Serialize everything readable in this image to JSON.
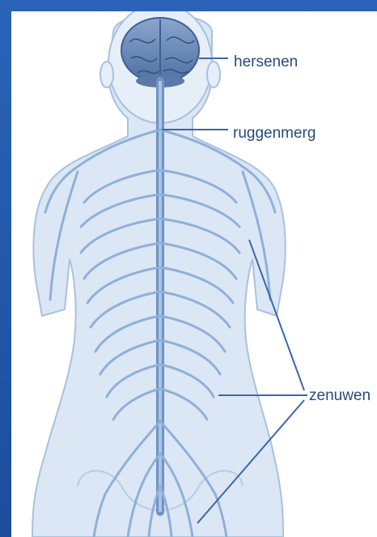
{
  "labels": {
    "brain": "hersenen",
    "spinal_cord": "ruggenmerg",
    "nerves": "zenuwen"
  },
  "colors": {
    "frame": "#1f4f9e",
    "body_fill": "#dbe7f5",
    "body_outline": "#a9c1df",
    "nerve": "#8fb0d8",
    "brain": "#6f8fbf",
    "pointer_line": "#3d67a8",
    "label_text": "#274a7a"
  }
}
